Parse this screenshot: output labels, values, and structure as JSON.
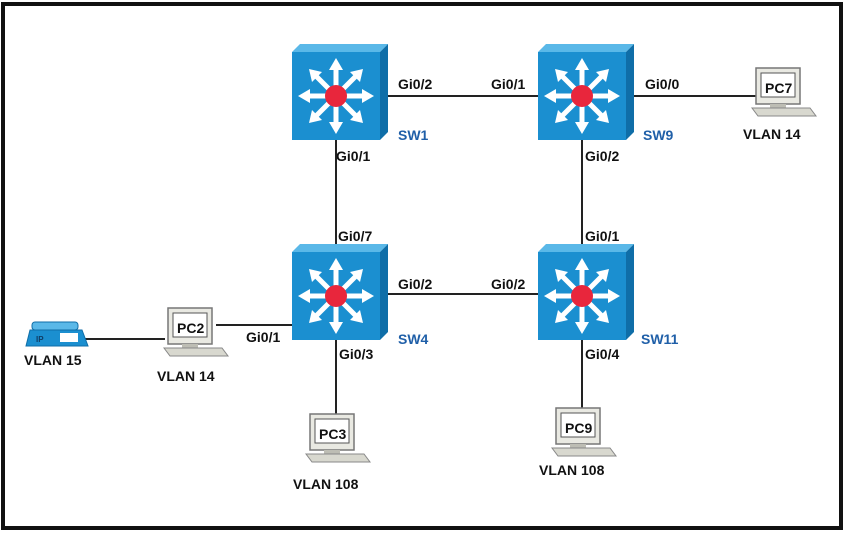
{
  "switches": {
    "sw1": {
      "name": "SW1",
      "ports": {
        "gi0_2": "Gi0/2",
        "gi0_1": "Gi0/1"
      }
    },
    "sw9": {
      "name": "SW9",
      "ports": {
        "gi0_1": "Gi0/1",
        "gi0_0": "Gi0/0",
        "gi0_2": "Gi0/2"
      }
    },
    "sw4": {
      "name": "SW4",
      "ports": {
        "gi0_7": "Gi0/7",
        "gi0_2": "Gi0/2",
        "gi0_1": "Gi0/1",
        "gi0_3": "Gi0/3"
      }
    },
    "sw11": {
      "name": "SW11",
      "ports": {
        "gi0_1": "Gi0/1",
        "gi0_2": "Gi0/2",
        "gi0_4": "Gi0/4"
      }
    }
  },
  "hosts": {
    "pc7": {
      "name": "PC7",
      "vlan": "VLAN 14"
    },
    "pc2": {
      "name": "PC2",
      "vlan": "VLAN 14"
    },
    "pc3": {
      "name": "PC3",
      "vlan": "VLAN 108"
    },
    "pc9": {
      "name": "PC9",
      "vlan": "VLAN 108"
    },
    "phone": {
      "vlan": "VLAN 15",
      "icon": "ip-phone-icon",
      "badge": "IP"
    }
  },
  "colors": {
    "switch_face": "#1b8fd0",
    "switch_top": "#5ab8e8",
    "switch_side": "#0f6ea8",
    "switch_center": "#e8263c",
    "link": "#222222",
    "frame": "#111111",
    "label_switch": "#1f5fa8"
  }
}
